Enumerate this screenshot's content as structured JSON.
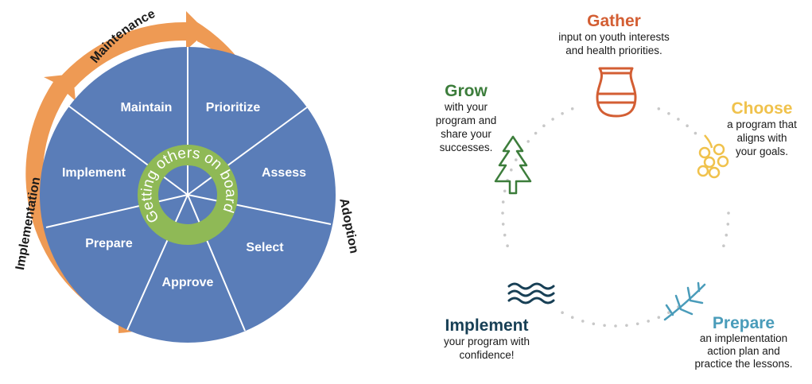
{
  "left_diagram": {
    "colors": {
      "ring": "#EE9A54",
      "segment": "#5A7DB8",
      "divider": "#ffffff",
      "hub": "#8FB956"
    },
    "ring_labels": {
      "maintenance": "Maintenance",
      "adoption": "Adoption",
      "implementation": "Implementation"
    },
    "hub_label": "Getting others on board",
    "segments": [
      "Prioritize",
      "Assess",
      "Select",
      "Approve",
      "Prepare",
      "Implement",
      "Maintain"
    ]
  },
  "right_diagram": {
    "dot_color": "#C8C8C8",
    "steps": {
      "gather": {
        "title": "Gather",
        "lines": [
          "input on youth interests",
          "and health priorities."
        ],
        "color": "#D35E33",
        "icon": "pot-icon"
      },
      "choose": {
        "title": "Choose",
        "lines": [
          "a program that",
          "aligns with",
          "your goals."
        ],
        "color": "#F0C24C",
        "icon": "grapes-icon"
      },
      "prepare": {
        "title": "Prepare",
        "lines": [
          "an implementation",
          "action plan and",
          "practice the lessons."
        ],
        "color": "#4A9CBA",
        "icon": "sprig-icon"
      },
      "implement": {
        "title": "Implement",
        "lines": [
          "your program with",
          "confidence!"
        ],
        "color": "#173F55",
        "icon": "waves-icon"
      },
      "grow": {
        "title": "Grow",
        "lines": [
          "with your",
          "program and",
          "share your",
          "successes."
        ],
        "color": "#3C7D3B",
        "icon": "tree-icon"
      }
    }
  }
}
